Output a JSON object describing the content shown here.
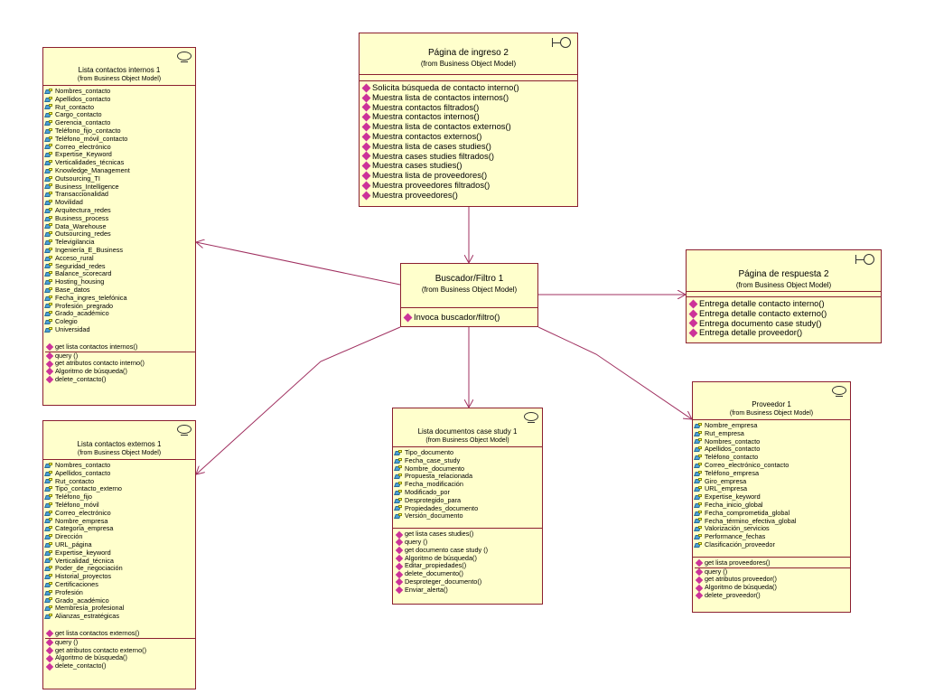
{
  "diagram": {
    "from_label": "(from Business Object Model)",
    "classes": {
      "pagina_ingreso": {
        "name": "Página de ingreso 2",
        "operations": [
          "Solicita búsqueda de contacto interno()",
          "Muestra lista de contactos internos()",
          "Muestra contactos filtrados()",
          "Muestra contactos internos()",
          "Muestra lista de contactos externos()",
          "Muestra contactos externos()",
          "Muestra lista de cases studies()",
          "Muestra cases studies filtrados()",
          "Muestra cases studies()",
          "Muestra lista de proveedores()",
          "Muestra proveedores filtrados()",
          "Muestra proveedores()"
        ]
      },
      "contactos_internos": {
        "name": "Lista contactos internos 1",
        "attributes": [
          "Nombres_contacto",
          "Apellidos_contacto",
          "Rut_contacto",
          "Cargo_contacto",
          "Gerencia_contacto",
          "Teléfono_fijo_contacto",
          "Teléfono_móvil_contacto",
          "Correo_electrónico",
          "Expertise_Keyword",
          "Verticalidades_técnicas",
          "Knowledge_Management",
          "Outsourcing_TI",
          "Business_Intelligence",
          "Transaccionalidad",
          "Movilidad",
          "Arquitectura_redes",
          "Business_process",
          "Data_Warehouse",
          "Outsourcing_redes",
          "Televigilancia",
          "Ingeniería_E_Business",
          "Acceso_rural",
          "Seguridad_redes",
          "Balance_scorecard",
          "Hosting_housing",
          "Base_datos",
          "Fecha_ingres_telefónica",
          "Profesión_pregrado",
          "Grado_académico",
          "Colegio",
          "Universidad"
        ],
        "operations": [
          "get lista contactos internos()",
          "query ()",
          "get atributos contacto interno()",
          "Algoritmo de búsqueda()",
          "delete_contacto()"
        ]
      },
      "contactos_externos": {
        "name": "Lista contactos externos 1",
        "attributes": [
          "Nombres_contacto",
          "Apellidos_contacto",
          "Rut_contacto",
          "Tipo_contacto_externo",
          "Teléfono_fijo",
          "Teléfono_móvil",
          "Correo_electrónico",
          "Nombre_empresa",
          "Categoría_empresa",
          "Dirección",
          "URL_página",
          "Expertise_keyword",
          "Verticalidad_técnica",
          "Poder_de_negociación",
          "Historial_proyectos",
          "Certificaciones",
          "Profesión",
          "Grado_académico",
          "Membresía_profesional",
          "Alianzas_estratégicas"
        ],
        "operations": [
          "get lista contactos externos()",
          "query ()",
          "get atributos contacto externo()",
          "Algoritmo de búsqueda()",
          "delete_contacto()"
        ]
      },
      "buscador": {
        "name": "Buscador/Filtro 1",
        "operations": [
          "Invoca buscador/filtro()"
        ]
      },
      "pagina_respuesta": {
        "name": "Página de respuesta 2",
        "operations": [
          "Entrega detalle contacto interno()",
          "Entrega detalle contacto externo()",
          "Entrega documento case study()",
          "Entrega detalle proveedor()"
        ]
      },
      "case_study": {
        "name": "Lista documentos case study 1",
        "attributes": [
          "Tipo_documento",
          "Fecha_case_study",
          "Nombre_documento",
          "Propuesta_relacionada",
          "Fecha_modificación",
          "Modificado_por",
          "Desprotegido_para",
          "Propiedades_documento",
          "Versión_documento"
        ],
        "operations": [
          "get lista cases studies()",
          "query ()",
          "get documento case study ()",
          "Algoritmo de búsqueda()",
          "Editar_propiedades()",
          "delete_documento()",
          "Desproteger_documento()",
          "Enviar_alerta()"
        ]
      },
      "proveedor": {
        "name": "Proveedor 1",
        "attributes": [
          "Nombre_empresa",
          "Rut_empresa",
          "Nombres_contacto",
          "Apellidos_contacto",
          "Teléfono_contacto",
          "Correo_electrónico_contacto",
          "Teléfono_empresa",
          "Giro_empresa",
          "URL_empresa",
          "Expertise_keyword",
          "Fecha_inicio_global",
          "Fecha_comprometida_global",
          "Fecha_término_efectiva_global",
          "Valorización_servicios",
          "Performance_fechas",
          "Clasificación_proveedor"
        ],
        "operations": [
          "get lista proveedores()",
          "query ()",
          "get atributos proveedor()",
          "Algoritmo de búsqueda()",
          "delete_proveedor()"
        ]
      }
    },
    "colors": {
      "fill": "#ffffcc",
      "border": "#8b1f2f",
      "connector": "#a03060",
      "operation_icon": "#cc3399",
      "attribute_icon": "#4da0d6"
    }
  }
}
